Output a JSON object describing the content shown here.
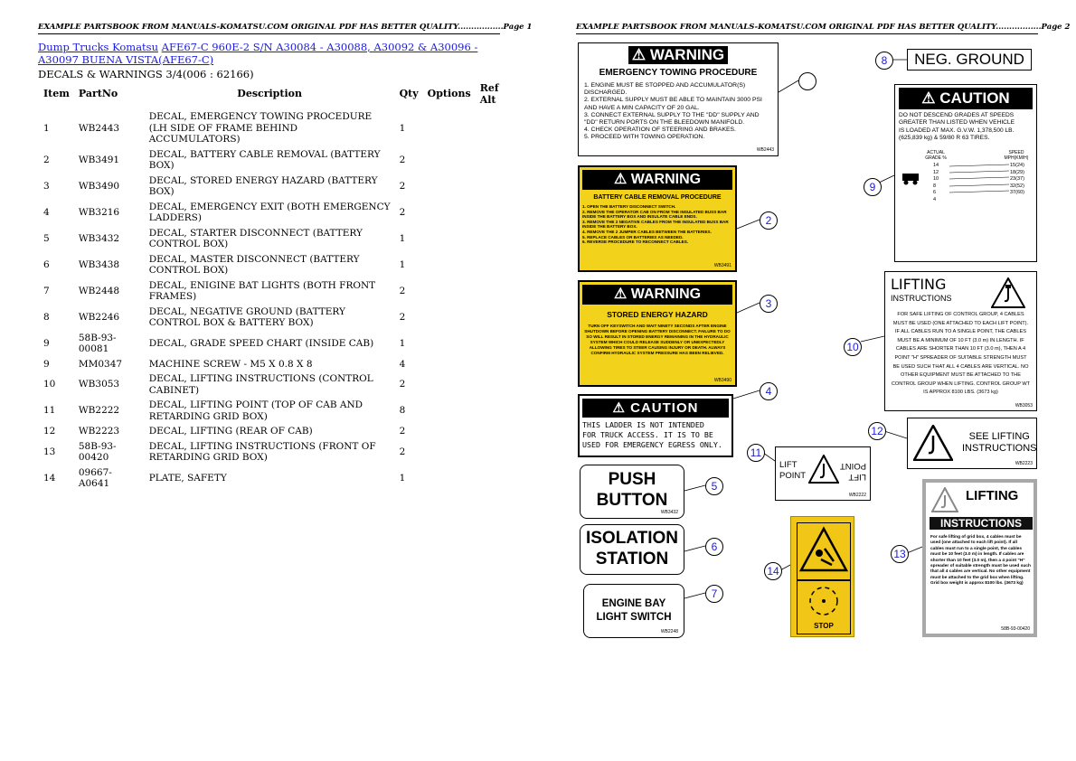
{
  "header": {
    "page1": "EXAMPLE PARTSBOOK FROM MANUALS-KOMATSU.COM ORIGINAL PDF HAS BETTER QUALITY.................Page 1",
    "page2": "EXAMPLE PARTSBOOK FROM MANUALS-KOMATSU.COM ORIGINAL PDF HAS BETTER QUALITY.................Page 2"
  },
  "breadcrumb": {
    "link1": "Dump Trucks Komatsu",
    "link2": "AFE67-C 960E-2 S/N A30084 - A30088, A30092 & A30096 - A30097 BUENA VISTA(AFE67-C)"
  },
  "subtitle": "DECALS & WARNINGS 3/4(006 : 62166)",
  "table": {
    "headers": [
      "Item",
      "PartNo",
      "Description",
      "Qty",
      "Options",
      "Ref Alt"
    ],
    "rows": [
      {
        "item": "1",
        "part": "WB2443",
        "desc": "DECAL, EMERGENCY TOWING PROCEDURE (LH SIDE OF FRAME BEHIND ACCUMULATORS)",
        "qty": "1"
      },
      {
        "item": "2",
        "part": "WB3491",
        "desc": "DECAL, BATTERY CABLE REMOVAL (BATTERY BOX)",
        "qty": "2"
      },
      {
        "item": "3",
        "part": "WB3490",
        "desc": "DECAL, STORED ENERGY HAZARD (BATTERY BOX)",
        "qty": "2"
      },
      {
        "item": "4",
        "part": "WB3216",
        "desc": "DECAL, EMERGENCY EXIT (BOTH EMERGENCY LADDERS)",
        "qty": "2"
      },
      {
        "item": "5",
        "part": "WB3432",
        "desc": "DECAL, STARTER DISCONNECT (BATTERY CONTROL BOX)",
        "qty": "1"
      },
      {
        "item": "6",
        "part": "WB3438",
        "desc": "DECAL, MASTER DISCONNECT (BATTERY CONTROL BOX)",
        "qty": "1"
      },
      {
        "item": "7",
        "part": "WB2448",
        "desc": "DECAL, ENIGINE BAT LIGHTS (BOTH FRONT FRAMES)",
        "qty": "2"
      },
      {
        "item": "8",
        "part": "WB2246",
        "desc": "DECAL, NEGATIVE GROUND (BATTERY CONTROL BOX & BATTERY BOX)",
        "qty": "2"
      },
      {
        "item": "9",
        "part": "58B-93-00081",
        "desc": "DECAL, GRADE SPEED CHART (INSIDE CAB)",
        "qty": "1"
      },
      {
        "item": "9",
        "part": "MM0347",
        "desc": "MACHINE SCREW - M5 X 0.8 X 8",
        "qty": "4"
      },
      {
        "item": "10",
        "part": "WB3053",
        "desc": "DECAL, LIFTING INSTRUCTIONS (CONTROL CABINET)",
        "qty": "2"
      },
      {
        "item": "11",
        "part": "WB2222",
        "desc": "DECAL, LIFTING POINT (TOP OF CAB AND RETARDING GRID BOX)",
        "qty": "8"
      },
      {
        "item": "12",
        "part": "WB2223",
        "desc": "DECAL, LIFTING (REAR OF CAB)",
        "qty": "2"
      },
      {
        "item": "13",
        "part": "58B-93-00420",
        "desc": "DECAL, LIFTING INSTRUCTIONS (FRONT OF RETARDING GRID BOX)",
        "qty": "2"
      },
      {
        "item": "14",
        "part": "09667-A0641",
        "desc": "PLATE, SAFETY",
        "qty": "1"
      }
    ]
  },
  "decals": {
    "d1": {
      "title": "WARNING",
      "subtitle": "EMERGENCY TOWING PROCEDURE",
      "lines": [
        "1. ENGINE MUST BE STOPPED AND ACCUMULATOR(S) DISCHARGED.",
        "2. EXTERNAL SUPPLY MUST BE ABLE TO MAINTAIN 3000 PSI AND HAVE A MIN CAPACITY OF 20 GAL.",
        "3. CONNECT EXTERNAL SUPPLY TO THE \"DD\" SUPPLY AND \"DD\" RETURN PORTS ON THE BLEEDOWN MANIFOLD.",
        "4. CHECK OPERATION OF STEERING AND BRAKES.",
        "5. PROCEED WITH TOWING OPERATION."
      ],
      "code": "WB2443"
    },
    "d2": {
      "title": "WARNING",
      "subtitle": "BATTERY CABLE REMOVAL PROCEDURE",
      "lines": [
        "1. OPEN THE BATTERY DISCONNECT SWITCH.",
        "2. REMOVE THE OPERATOR CAB ON FROM THE INSULATED BUSS BAR INSIDE THE BATTERY BOX AND INSULATE CABLE ENDS.",
        "3. REMOVE THE 2 NEGATIVE CABLES FROM THE INSULATED BUSS BAR INSIDE THE BATTERY BOX.",
        "4. REMOVE THE 2 JUMPER CABLES BETWEEN THE BATTERIES.",
        "5. REPLACE CABLES OR BATTERIES AS NEEDED.",
        "6. REVERSE PROCEDURE TO RECONNECT CABLES."
      ],
      "code": "WB3491"
    },
    "d3": {
      "title": "WARNING",
      "subtitle": "STORED ENERGY HAZARD",
      "body": "TURN OFF KEYSWITCH AND WAIT NINETY SECONDS AFTER ENGINE SHUTDOWN BEFORE OPENING BATTERY DISCONNECT. FAILURE TO DO SO WILL RESULT IN STORED ENERGY REMAINING IN THE HYDRAULIC SYSTEM WHICH COULD RELEASE SUDDENLY OR UNEXPECTEDLY ALLOWING TIRES TO STEER CAUSING INJURY OR DEATH. ALWAYS CONFIRM HYDRAULIC SYSTEM PRESSURE HAS BEEN RELIEVED.",
      "code": "WB3490"
    },
    "d4": {
      "title": "CAUTION",
      "lines": [
        "THIS LADDER IS NOT INTENDED",
        "FOR TRUCK ACCESS.  IT IS TO BE",
        "USED FOR EMERGENCY EGRESS ONLY."
      ]
    },
    "d5": {
      "lines": [
        "PUSH",
        "BUTTON"
      ],
      "code": "WB3432"
    },
    "d6": {
      "lines": [
        "ISOLATION",
        "STATION"
      ]
    },
    "d7": {
      "lines": [
        "ENGINE BAY",
        "LIGHT SWITCH"
      ],
      "code": "WB2248"
    },
    "d8": {
      "text": "NEG. GROUND"
    },
    "d9": {
      "title": "CAUTION",
      "lines": [
        "DO NOT DESCEND GRADES AT SPEEDS",
        "GREATER THAN LISTED WHEN VEHICLE",
        "IS LOADED AT MAX. G.V.W. 1,378,500 LB.",
        "(625,839 kg) & 59/80 R 63 TIRES."
      ],
      "col1": "ACTUAL GRADE %",
      "col2": "SPEED MPH(KM/H)",
      "grades": [
        "14",
        "12",
        "10",
        "8",
        "6",
        "4"
      ],
      "speeds": [
        "15(24)",
        "18(29)",
        "23(37)",
        "32(52)",
        "37(60)"
      ]
    },
    "d10": {
      "title": "LIFTING",
      "subtitle": "INSTRUCTIONS",
      "body": "FOR SAFE LIFTING OF CONTROL GROUP, 4 CABLES MUST BE USED (ONE ATTACHED TO EACH LIFT POINT). IF ALL CABLES RUN TO A SINGLE POINT, THE CABLES MUST BE A MINIMUM OF 10 FT (3.0 m) IN LENGTH. IF CABLES ARE SHORTER THAN 10 FT (3.0 m), THEN A 4 POINT \"H\" SPREADER OF SUITABLE STRENGTH MUST BE USED SUCH THAT ALL 4 CABLES ARE VERTICAL. NO OTHER EQUIPMENT MUST BE ATTACHED TO THE CONTROL GROUP WHEN LIFTING. CONTROL GROUP WT IS APPROX 8100 LBS. (3673 kg)",
      "code": "WB3053"
    },
    "d11": {
      "lines": [
        "LIFT",
        "POINT"
      ],
      "code": "WB2222"
    },
    "d12": {
      "lines": [
        "SEE LIFTING",
        "INSTRUCTIONS"
      ],
      "code": "WB2223"
    },
    "d13": {
      "title": "LIFTING",
      "subtitle": "INSTRUCTIONS",
      "body": "For safe lifting of grid box, 4 cables must be used (one attached to each lift point). If all cables must run to a single point, the cables must be 10 feet (3.0 m) in length. If cables are shorter than 10 feet (3.0 m), then a 4 point \"H\" spreader of suitable strength must be used such that all 4 cables are vertical. No other equipment must be attached to the grid box when lifting. Grid box weight is approx 8100 lbs. (3673 kg)",
      "code": "58B-93-00420"
    },
    "d14": {
      "text": "STOP"
    }
  },
  "callouts": [
    "2",
    "3",
    "4",
    "5",
    "6",
    "7",
    "8",
    "9",
    "10",
    "11",
    "12",
    "13",
    "14"
  ],
  "colors": {
    "link": "#1a1ae0",
    "warning_yellow": "#f2d21b",
    "plate_yellow": "#f1c617",
    "black": "#000000"
  }
}
